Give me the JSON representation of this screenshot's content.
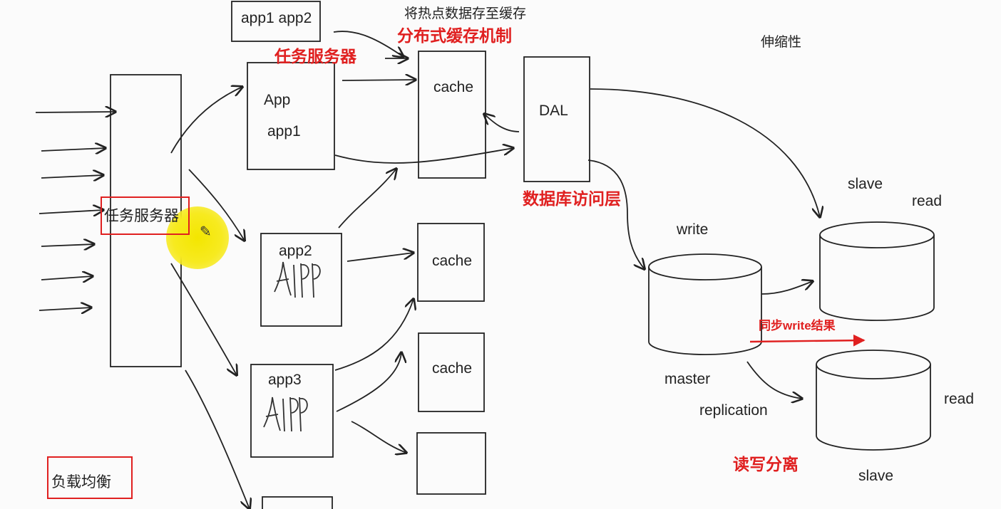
{
  "labels": {
    "app1_app2": "app1 app2",
    "hot_data_to_cache": "将热点数据存至缓存",
    "distributed_cache": "分布式缓存机制",
    "task_server_top": "任务服务器",
    "scalability": "伸缩性",
    "app": "App",
    "app1": "app1",
    "cache_1": "cache",
    "dal": "DAL",
    "slave_top": "slave",
    "read_top": "read",
    "db_access_layer": "数据库访问层",
    "task_server_boxed": "任务服务器",
    "write": "write",
    "app2": "app2",
    "cache_2": "cache",
    "sync_write_result": "同步write结果",
    "cache_3": "cache",
    "app3": "app3",
    "master": "master",
    "read_bottom": "read",
    "replication": "replication",
    "load_balance": "负载均衡",
    "read_write_split": "读写分离",
    "slave_bottom": "slave",
    "handwritten_app": "AlPP"
  },
  "colors": {
    "annotation": "#e02020",
    "ink": "#222222",
    "cursor": "#f3e600"
  },
  "icons": {
    "cursor": "pencil-icon"
  }
}
